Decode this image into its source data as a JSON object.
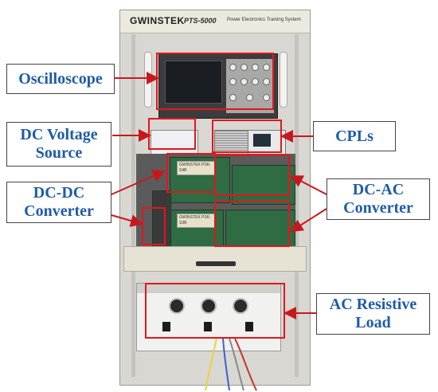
{
  "cabinet": {
    "brand": "GWINSTEK",
    "model": "PTS-5000",
    "system_name": "Power Electronics Training System"
  },
  "boards": {
    "dcdc_board_label": "GWINSTEK PSK-S4B",
    "dcac_board_label": "GWINSTEK PSK-S3B"
  },
  "labels": {
    "oscilloscope": "Oscilloscope",
    "dc_voltage_source": [
      "DC Voltage",
      "Source"
    ],
    "dcdc_converter": [
      "DC-DC",
      "Converter"
    ],
    "cpls": "CPLs",
    "dcac_converter": [
      "DC-AC",
      "Converter"
    ],
    "ac_resistive_load": [
      "AC Resistive",
      "Load"
    ]
  },
  "colors": {
    "label_text": "#1f5ba8",
    "highlight_outline": "#e3161b",
    "arrow": "#c8181e"
  }
}
